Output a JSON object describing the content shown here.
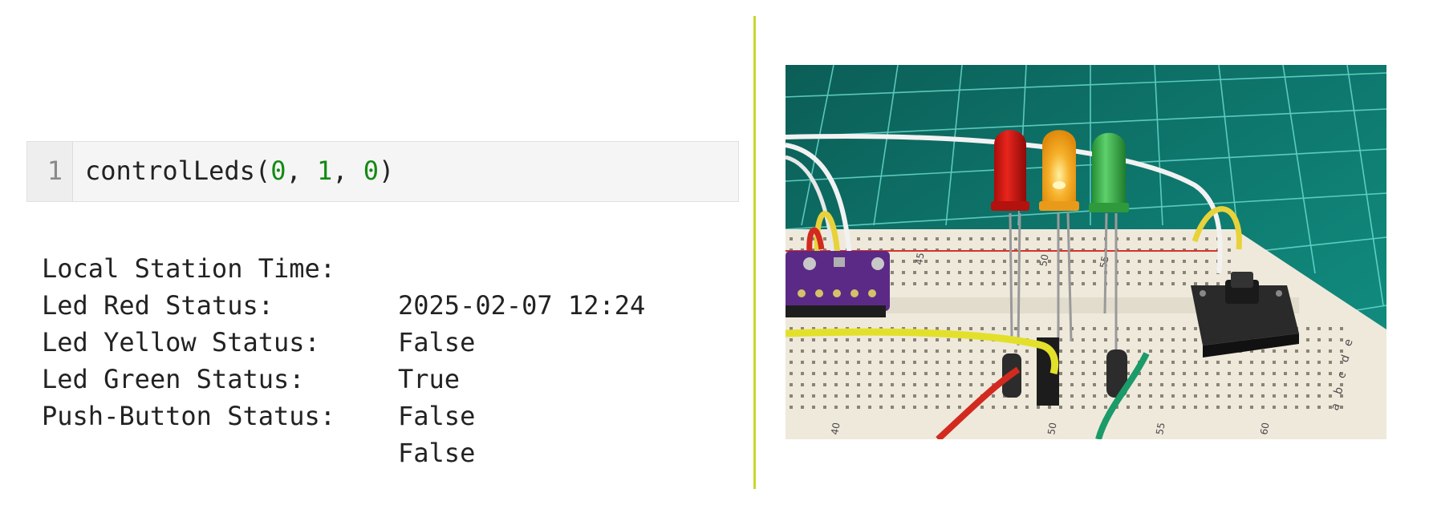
{
  "cell": {
    "line_number": "1",
    "code": {
      "fn": "controlLeds(",
      "arg1": "0",
      "sep1": ", ",
      "arg2": "1",
      "sep2": ", ",
      "arg3": "0",
      "close": ")"
    }
  },
  "output": [
    {
      "label": "Local Station Time:",
      "value": "2025-02-07 12:24"
    },
    {
      "label": "Led Red Status:",
      "value": "False"
    },
    {
      "label": "Led Yellow Status:",
      "value": "True"
    },
    {
      "label": "Led Green Status:",
      "value": "False"
    },
    {
      "label": "Push-Button Status:",
      "value": "False"
    }
  ],
  "photo": {
    "breadboard_numbers": [
      "45",
      "50",
      "55",
      "40",
      "50",
      "55",
      "60"
    ],
    "row_letters": [
      "a",
      "b",
      "c",
      "d",
      "e"
    ],
    "colors": {
      "mat": "#0f7f74",
      "grid": "#6fe0d4",
      "board": "#efe9dc",
      "led_red": "#d11a14",
      "led_yellow": "#f6a51a",
      "led_green": "#3bb54a"
    }
  }
}
